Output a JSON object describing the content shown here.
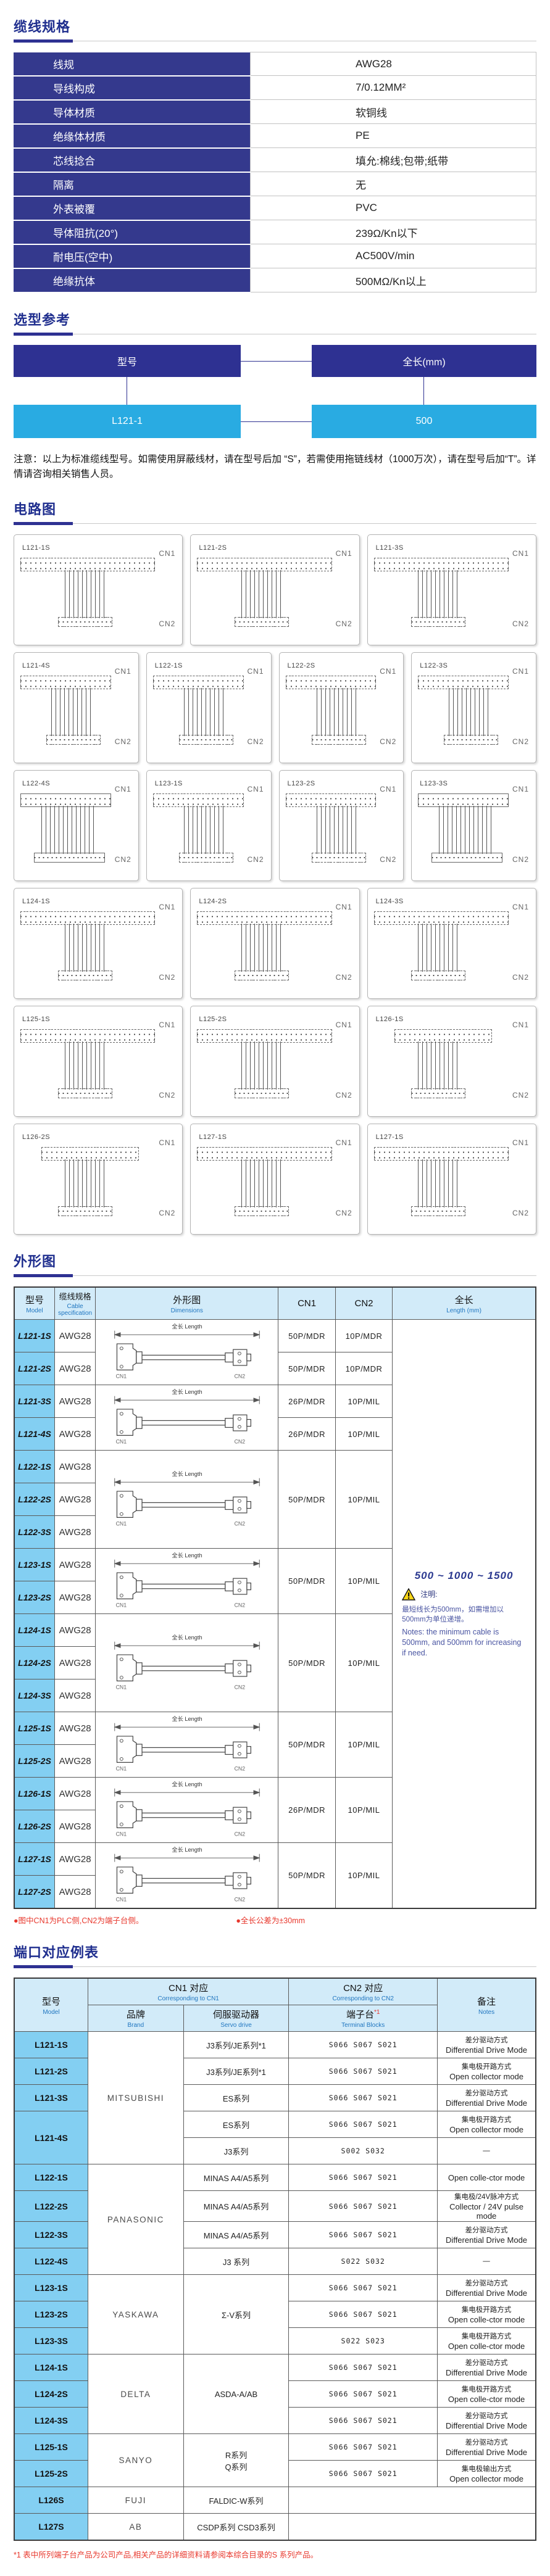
{
  "colors": {
    "accent_navy": "#2e3192",
    "accent_cyan": "#29abe2",
    "header_bg": "#d2ebf9",
    "model_bg": "#83cff2",
    "red": "#e8382d",
    "title_navy": "#1f2e8e"
  },
  "sections": {
    "spec": {
      "title": "缆线规格",
      "rows": [
        {
          "label": "线规",
          "value": "AWG28"
        },
        {
          "label": "导线构成",
          "value": "7/0.12MM²"
        },
        {
          "label": "导体材质",
          "value": "软铜线"
        },
        {
          "label": "绝缘体材质",
          "value": "PE"
        },
        {
          "label": "芯线捻合",
          "value": "填允:棉线;包带;纸带"
        },
        {
          "label": "隔离",
          "value": "无"
        },
        {
          "label": "外表被覆",
          "value": "PVC"
        },
        {
          "label": "导体阻抗(20°)",
          "value": "239Ω/Kn以下"
        },
        {
          "label": "耐电压(空中)",
          "value": "AC500V/min"
        },
        {
          "label": "绝缘抗体",
          "value": "500MΩ/Kn以上"
        }
      ]
    },
    "selection": {
      "title": "选型参考",
      "model_header": "型号",
      "length_header": "全长(mm)",
      "model_value": "L121-1",
      "length_value": "500",
      "note": "注意：以上为标准缆线型号。如需使用屏蔽线材，请在型号后加 “S”，若需使用拖链线材（1000万次），请在型号后加“T”。详情请咨询相关销售人员。"
    },
    "circuits": {
      "title": "电路图",
      "cn1": "CN1",
      "cn2": "CN2",
      "rows": [
        [
          {
            "model": "L121-1S"
          },
          {
            "model": "L121-2S"
          },
          {
            "model": "L121-3S"
          }
        ],
        [
          {
            "model": "L121-4S"
          },
          {
            "model": "L122-1S"
          },
          {
            "model": "L122-2S"
          },
          {
            "model": "L122-3S"
          }
        ],
        [
          {
            "model": "L122-4S",
            "variant": "wide"
          },
          {
            "model": "L123-1S"
          },
          {
            "model": "L123-2S"
          },
          {
            "model": "L123-3S",
            "variant": "wide"
          }
        ],
        [
          {
            "model": "L124-1S"
          },
          {
            "model": "L124-2S"
          },
          {
            "model": "L124-3S"
          }
        ],
        [
          {
            "model": "L125-1S"
          },
          {
            "model": "L125-2S"
          },
          {
            "model": "L126-1S",
            "variant": "short"
          }
        ],
        [
          {
            "model": "L126-2S",
            "variant": "short"
          },
          {
            "model": "L127-1S"
          },
          {
            "model": "L127-1S"
          }
        ]
      ]
    },
    "outline": {
      "title": "外形图",
      "headers": {
        "model_cn": "型号",
        "model_en": "Model",
        "spec_cn": "缆线规格",
        "spec_en": "Cable specification",
        "diag_cn": "外形图",
        "diag_en": "Dimensions",
        "cn1": "CN1",
        "cn2": "CN2",
        "len_cn": "全长",
        "len_en": "Length (mm)"
      },
      "diagram": {
        "length_label": "全长  Length",
        "cn1": "CN1",
        "cn2": "CN2"
      },
      "groups": [
        {
          "models": [
            "L121-1S",
            "L121-2S"
          ],
          "spec": [
            "AWG28",
            "AWG28"
          ],
          "cn": [
            [
              "50P/MDR",
              "10P/MDR"
            ],
            [
              "50P/MDR",
              "10P/MDR"
            ]
          ]
        },
        {
          "models": [
            "L121-3S",
            "L121-4S"
          ],
          "spec": [
            "AWG28",
            "AWG28"
          ],
          "cn": [
            [
              "26P/MDR",
              "10P/MIL"
            ],
            [
              "26P/MDR",
              "10P/MIL"
            ]
          ]
        },
        {
          "models": [
            "L122-1S",
            "L122-2S",
            "L122-3S"
          ],
          "spec": [
            "AWG28",
            "AWG28",
            "AWG28"
          ],
          "cn": [
            [
              "50P/MDR",
              "10P/MIL"
            ]
          ]
        },
        {
          "models": [
            "L123-1S",
            "L123-2S"
          ],
          "spec": [
            "AWG28",
            "AWG28"
          ],
          "cn": [
            [
              "50P/MDR",
              "10P/MIL"
            ]
          ]
        },
        {
          "models": [
            "L124-1S",
            "L124-2S",
            "L124-3S"
          ],
          "spec": [
            "AWG28",
            "AWG28",
            "AWG28"
          ],
          "cn": [
            [
              "50P/MDR",
              "10P/MIL"
            ]
          ]
        },
        {
          "models": [
            "L125-1S",
            "L125-2S"
          ],
          "spec": [
            "AWG28",
            "AWG28"
          ],
          "cn": [
            [
              "50P/MDR",
              "10P/MIL"
            ]
          ]
        },
        {
          "models": [
            "L126-1S",
            "L126-2S"
          ],
          "spec": [
            "AWG28",
            "AWG28"
          ],
          "cn": [
            [
              "26P/MDR",
              "10P/MIL"
            ]
          ]
        },
        {
          "models": [
            "L127-1S",
            "L127-2S"
          ],
          "spec": [
            "AWG28",
            "AWG28"
          ],
          "cn": [
            [
              "50P/MDR",
              "10P/MIL"
            ]
          ]
        }
      ],
      "length_note": {
        "range": "500 ~ 1000 ~ 1500",
        "label": "注明:",
        "cn": "最短线长为500mm，如需增加以500mm为单位递增。",
        "en": "Notes: the minimum cable is 500mm, and 500mm for increasing if need."
      },
      "footnotes": [
        "●图中CN1为PLC侧,CN2为端子台侧。",
        "●全长公差为±30mm"
      ]
    },
    "port": {
      "title": "端口对应例表",
      "headers": {
        "model_cn": "型号",
        "model_en": "Model",
        "cn1_cn": "CN1 对应",
        "cn1_en": "Corresponding to CN1",
        "cn2_cn": "CN2 对应",
        "cn2_en": "Corresponding to CN2",
        "brand_cn": "品牌",
        "brand_en": "Brand",
        "servo_cn": "伺服驱动器",
        "servo_en": "Servo drive",
        "terminal_cn": "端子台",
        "terminal_mark": "*1",
        "terminal_en": "Terminal Blocks",
        "notes_cn": "备注",
        "notes_en": "Notes"
      },
      "groups": [
        {
          "brand": "MITSUBISHI",
          "rows": [
            {
              "model": "L121-1S",
              "servo": "J3系列/JE系列*1",
              "terminal": "S066  S067  S021",
              "note_cn": "差分驱动方式",
              "note_en": "Differential Drive Mode"
            },
            {
              "model": "L121-2S",
              "servo": "J3系列/JE系列*1",
              "terminal": "S066  S067  S021",
              "note_cn": "集电极开路方式",
              "note_en": "Open collector mode"
            },
            {
              "model": "L121-3S",
              "servo": "ES系列",
              "terminal": "S066  S067  S021",
              "note_cn": "差分驱动方式",
              "note_en": "Differential Drive Mode"
            },
            {
              "model": "L121-4S",
              "model_span": 2,
              "servo": "ES系列",
              "terminal": "S066  S067  S021",
              "note_cn": "集电极开路方式",
              "note_en": "Open collector mode"
            },
            {
              "servo": "J3系列",
              "terminal": "S002  S032",
              "note_cn": "—"
            }
          ]
        },
        {
          "brand": "PANASONIC",
          "rows": [
            {
              "model": "L122-1S",
              "servo": "MINAS A4/A5系列",
              "terminal": "S066  S067  S021",
              "note_en": "Open colle-ctor mode"
            },
            {
              "model": "L122-2S",
              "servo": "MINAS A4/A5系列",
              "terminal": "S066  S067  S021",
              "note_cn": "集电极/24V脉冲方式",
              "note_en": "Collector / 24V pulse mode"
            },
            {
              "model": "L122-3S",
              "servo": "MINAS A4/A5系列",
              "terminal": "S066  S067  S021",
              "note_cn": "差分驱动方式",
              "note_en": "Differential Drive Mode"
            },
            {
              "model": "L122-4S",
              "servo": "J3 系列",
              "terminal": "S022  S032",
              "note_cn": "—"
            }
          ]
        },
        {
          "brand": "YASKAWA",
          "rows": [
            {
              "model": "L123-1S",
              "servo": "Σ-V系列",
              "servo_span": 3,
              "terminal": "S066  S067  S021",
              "note_cn": "差分驱动方式",
              "note_en": "Differential Drive Mode"
            },
            {
              "model": "L123-2S",
              "terminal": "S066  S067  S021",
              "note_cn": "集电极开路方式",
              "note_en": "Open colle-ctor mode"
            },
            {
              "model": "L123-3S",
              "terminal": "S022  S023",
              "note_cn": "集电极开路方式",
              "note_en": "Open colle-ctor mode"
            }
          ]
        },
        {
          "brand": "DELTA",
          "rows": [
            {
              "model": "L124-1S",
              "servo": "ASDA-A/AB",
              "servo_span": 3,
              "terminal": "S066  S067  S021",
              "note_cn": "差分驱动方式",
              "note_en": "Differential Drive Mode"
            },
            {
              "model": "L124-2S",
              "terminal": "S066  S067  S021",
              "note_cn": "集电极开路方式",
              "note_en": "Open colle-ctor mode"
            },
            {
              "model": "L124-3S",
              "terminal": "S066  S067  S021",
              "note_cn": "差分驱动方式",
              "note_en": "Differential Drive Mode"
            }
          ]
        },
        {
          "brand": "SANYO",
          "rows": [
            {
              "model": "L125-1S",
              "servo": "R系列",
              "servo2": "Q系列",
              "servo_span": 2,
              "terminal": "S066  S067  S021",
              "note_cn": "差分驱动方式",
              "note_en": "Differential Drive Mode"
            },
            {
              "model": "L125-2S",
              "terminal": "S066  S067  S021",
              "note_cn": "集电极输出方式",
              "note_en": "Open collector mode"
            }
          ]
        },
        {
          "brand": "FUJI",
          "rows": [
            {
              "model": "L126S",
              "servo": "FALDIC-W系列",
              "blank": true
            }
          ]
        },
        {
          "brand": "AB",
          "rows": [
            {
              "model": "L127S",
              "servo": "CSDP系列 CSD3系列",
              "blank": true
            }
          ]
        }
      ],
      "footnote": "*1 表中所列端子台产品为公司产品,相关产品的详细资料请参阅本综合目录的S 系列产品。"
    }
  }
}
